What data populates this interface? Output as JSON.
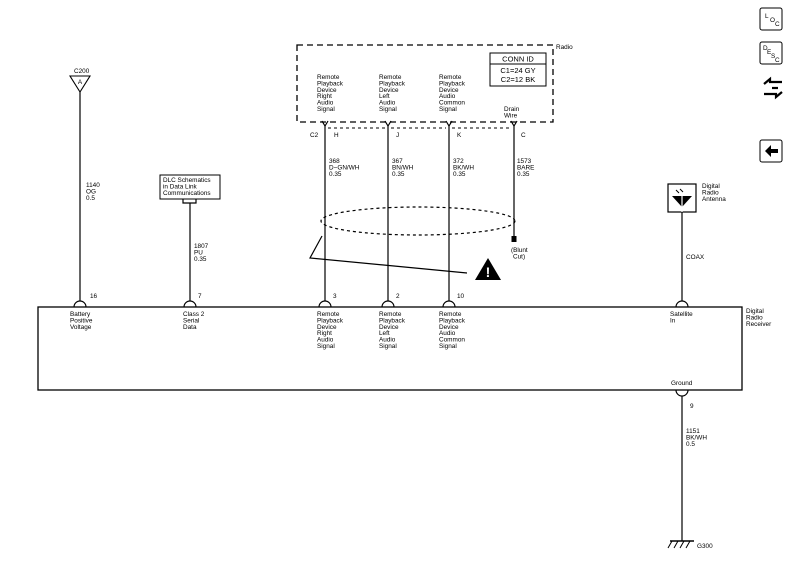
{
  "side_buttons": {
    "loc": {
      "l1": "L",
      "l2": "O",
      "l3": "C"
    },
    "desc": {
      "l1": "D",
      "l2": "E",
      "l3": "S",
      "l4": "C"
    }
  },
  "radio": {
    "label": "Radio",
    "conn_id_title": "CONN ID",
    "c1": "C1=24 GY",
    "c2": "C2=12 BK",
    "connector": "C2",
    "pins": [
      {
        "name": [
          "Remote",
          "Playback",
          "Device",
          "Right",
          "Audio",
          "Signal"
        ],
        "pin": "H",
        "circuit": "368",
        "color": "D−GN/WH",
        "size": "0.35"
      },
      {
        "name": [
          "Remote",
          "Playback",
          "Device",
          "Left",
          "Audio",
          "Signal"
        ],
        "pin": "J",
        "circuit": "367",
        "color": "BN/WH",
        "size": "0.35"
      },
      {
        "name": [
          "Remote",
          "Playback",
          "Device",
          "Audio",
          "Common",
          "Signal"
        ],
        "pin": "K",
        "circuit": "372",
        "color": "BK/WH",
        "size": "0.35"
      },
      {
        "name": [
          "Drain",
          "Wire"
        ],
        "pin": "C",
        "circuit": "1573",
        "color": "BARE",
        "size": "0.35"
      }
    ],
    "blunt_cut": [
      "(Blunt",
      "Cut)"
    ]
  },
  "c200": {
    "label": "C200",
    "pin": "A",
    "circuit": "1140",
    "color": "OG",
    "size": "0.5"
  },
  "dlc": {
    "lines": [
      "DLC Schematics",
      "in Data Link",
      "Communications"
    ],
    "circuit": "1807",
    "color": "PU",
    "size": "0.35"
  },
  "antenna": {
    "lines": [
      "Digital",
      "Radio",
      "Antenna"
    ],
    "cable": "COAX"
  },
  "receiver": {
    "title": [
      "Digital",
      "Radio",
      "Receiver"
    ],
    "pins": [
      {
        "pin": "16",
        "name": [
          "Battery",
          "Positive",
          "Voltage"
        ]
      },
      {
        "pin": "7",
        "name": [
          "Class 2",
          "Serial",
          "Data"
        ]
      },
      {
        "pin": "3",
        "name": [
          "Remote",
          "Playback",
          "Device",
          "Right",
          "Audio",
          "Signal"
        ]
      },
      {
        "pin": "2",
        "name": [
          "Remote",
          "Playback",
          "Device",
          "Left",
          "Audio",
          "Signal"
        ]
      },
      {
        "pin": "10",
        "name": [
          "Remote",
          "Playback",
          "Device",
          "Audio",
          "Common",
          "Signal"
        ]
      },
      {
        "pin": "",
        "name": [
          "Satellite",
          "In"
        ]
      }
    ],
    "ground_label": "Ground",
    "ground_pin": "9"
  },
  "ground": {
    "circuit": "1151",
    "color": "BK/WH",
    "size": "0.5",
    "label": "G300"
  },
  "warning_glyph": "!"
}
